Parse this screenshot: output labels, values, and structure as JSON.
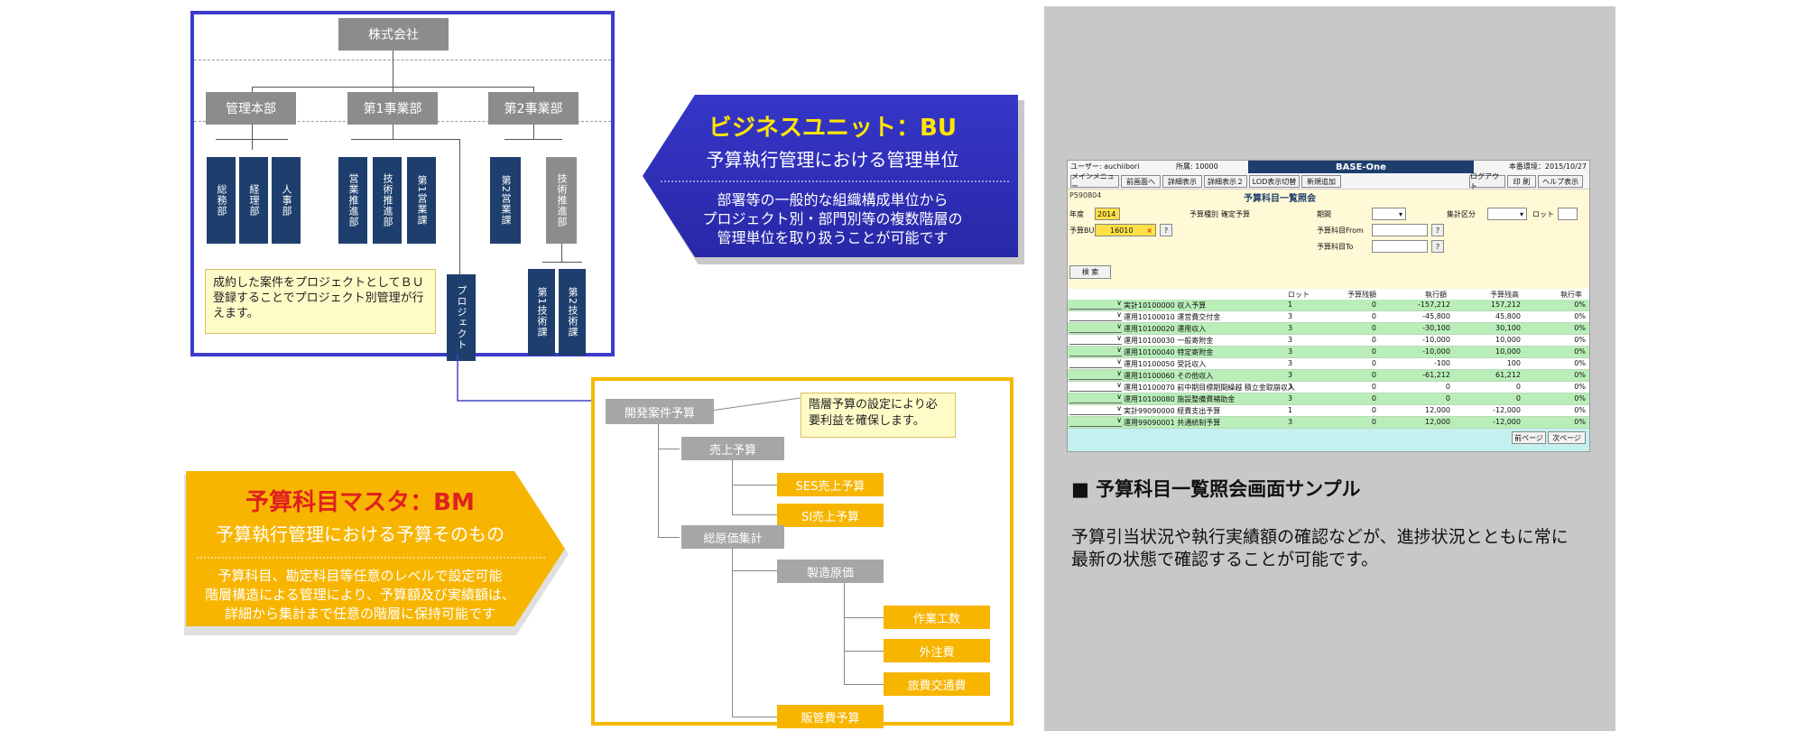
{
  "org": {
    "company": "株式会社",
    "divisions": [
      "管理本部",
      "第1事業部",
      "第2事業部"
    ],
    "departments": [
      "総務部",
      "経理部",
      "人事部",
      "営業推進部",
      "技術推進部",
      "第1営業課",
      "第2営業課",
      "技術推進部",
      "第1技術課",
      "第2技術課",
      "プロジェクト"
    ],
    "note": "成約した案件をプロジェクトとしてＢＵ登録することでプロジェクト別管理が行えます。"
  },
  "bu_banner": {
    "title": "ビジネスユニット：BU",
    "subtitle": "予算執行管理における管理単位",
    "body": [
      "部署等の一般的な組織構成単位から",
      "プロジェクト別・部門別等の複数階層の",
      "管理単位を取り扱うことが可能です"
    ],
    "color": "#2f2fb8",
    "title_color": "#ffe600"
  },
  "bm_tree": {
    "root": "開発案件予算",
    "note": "階層予算の設定により必要利益を確保します。",
    "nodes": [
      "売上予算",
      "SES売上予算",
      "SI売上予算",
      "総原価集計",
      "製造原価",
      "作業工数",
      "外注費",
      "旅費交通費",
      "販管費予算"
    ]
  },
  "bm_banner": {
    "title": "予算科目マスタ：BM",
    "subtitle": "予算執行管理における予算そのもの",
    "body": [
      "予算科目、勘定科目等任意のレベルで設定可能",
      "階層構造による管理により、予算額及び実績額は、",
      "詳細から集計まで任意の階層に保持可能です"
    ],
    "color": "#f7b500",
    "title_color": "#e02020"
  },
  "app": {
    "user": "ユーザー: auchiibori",
    "org_label": "所属: 10000",
    "title": "BASE-One",
    "env": "本番環境：2015/10/27",
    "toolbar": [
      "メインメニュー",
      "前画面へ",
      "詳細表示",
      "詳細表示２",
      "LOD表示切替",
      "新規追加"
    ],
    "toolbar_right": [
      "ログアウト",
      "印 刷",
      "ヘルプ表示"
    ],
    "screen_id": "P590804",
    "screen_title": "予算科目一覧照会",
    "form": {
      "year_label": "年度",
      "year_value": "2014",
      "type_label": "予算種別",
      "type_value": "確定予算",
      "bu_label": "予算BU",
      "bu_value": "16010",
      "period_label": "期間",
      "from_label": "予算科目From",
      "to_label": "予算科目To",
      "class_label": "集計区分",
      "lot_label": "ロット"
    },
    "search_button": "検 索",
    "columns": [
      "ロット",
      "予算残額",
      "執行額",
      "予算残高",
      "執行率"
    ],
    "rows": [
      {
        "name": "実計10100000 収入予算",
        "lot": "1",
        "budget": "0",
        "exec": "-157,212",
        "remain": "157,212",
        "rate": "0%"
      },
      {
        "name": "運用10100010 運営費交付金",
        "lot": "3",
        "budget": "0",
        "exec": "-45,800",
        "remain": "45,800",
        "rate": "0%"
      },
      {
        "name": "運用10100020 運用収入",
        "lot": "3",
        "budget": "0",
        "exec": "-30,100",
        "remain": "30,100",
        "rate": "0%"
      },
      {
        "name": "運用10100030 一般寄附金",
        "lot": "3",
        "budget": "0",
        "exec": "-10,000",
        "remain": "10,000",
        "rate": "0%"
      },
      {
        "name": "運用10100040 特定寄附金",
        "lot": "3",
        "budget": "0",
        "exec": "-10,000",
        "remain": "10,000",
        "rate": "0%"
      },
      {
        "name": "運用10100050 受託収入",
        "lot": "3",
        "budget": "0",
        "exec": "-100",
        "remain": "100",
        "rate": "0%"
      },
      {
        "name": "運用10100060 その他収入",
        "lot": "3",
        "budget": "0",
        "exec": "-61,212",
        "remain": "61,212",
        "rate": "0%"
      },
      {
        "name": "運用10100070 前中期目標期間繰越 積立金取崩収入",
        "lot": "3",
        "budget": "0",
        "exec": "0",
        "remain": "0",
        "rate": "0%"
      },
      {
        "name": "運用10100080 施設整備費補助金",
        "lot": "3",
        "budget": "0",
        "exec": "0",
        "remain": "0",
        "rate": "0%"
      },
      {
        "name": "実計99090000 経費支出予算",
        "lot": "1",
        "budget": "0",
        "exec": "12,000",
        "remain": "-12,000",
        "rate": "0%"
      },
      {
        "name": "運用99090001 共通統制予算",
        "lot": "3",
        "budget": "0",
        "exec": "12,000",
        "remain": "-12,000",
        "rate": "0%"
      }
    ],
    "prev_page": "前ページ",
    "next_page": "次ページ"
  },
  "sample": {
    "title": "■ 予算科目一覧照会画面サンプル",
    "desc": "予算引当状況や執行実績額の確認などが、進捗状況とともに常に最新の状態で確認することが可能です。"
  }
}
